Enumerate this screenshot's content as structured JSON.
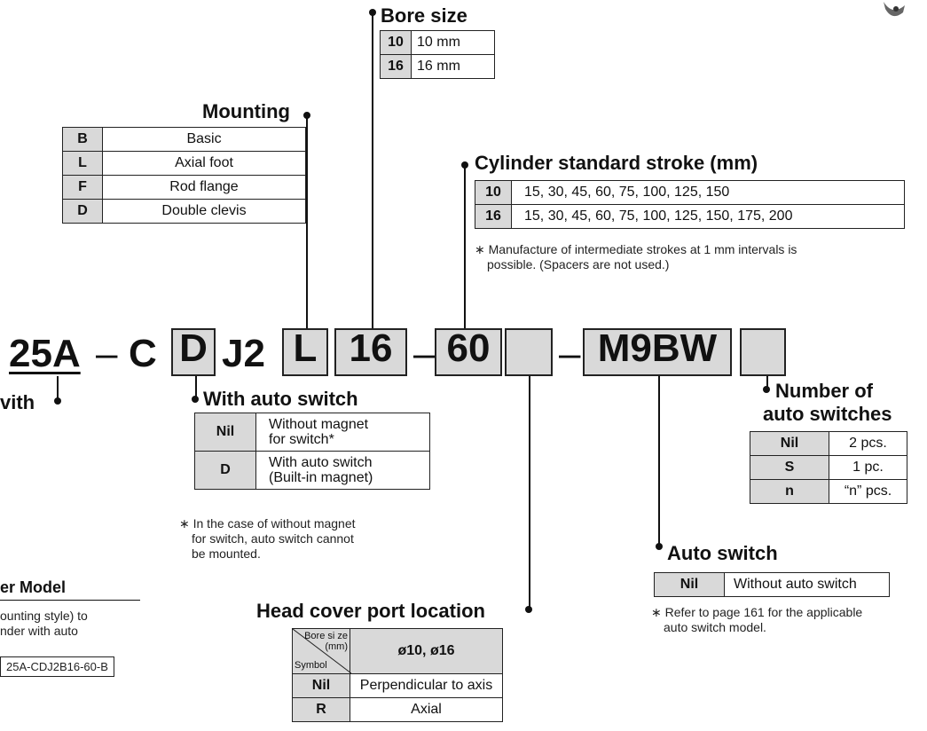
{
  "bore_size": {
    "title": "Bore size",
    "rows": [
      {
        "code": "10",
        "value": "10 mm"
      },
      {
        "code": "16",
        "value": "16 mm"
      }
    ]
  },
  "mounting": {
    "title": "Mounting",
    "rows": [
      {
        "code": "B",
        "value": "Basic"
      },
      {
        "code": "L",
        "value": "Axial foot"
      },
      {
        "code": "F",
        "value": "Rod flange"
      },
      {
        "code": "D",
        "value": "Double clevis"
      }
    ]
  },
  "stroke": {
    "title": "Cylinder standard stroke (mm)",
    "rows": [
      {
        "code": "10",
        "value": "15, 30, 45, 60, 75, 100, 125, 150"
      },
      {
        "code": "16",
        "value": "15, 30, 45, 60, 75, 100, 125, 150, 175, 200"
      }
    ],
    "note_line1": "∗ Manufacture of intermediate strokes at 1 mm intervals is",
    "note_line2": "possible. (Spacers are not used.)"
  },
  "model_code": {
    "prefix": "25A",
    "dash1": "–",
    "c": "C",
    "d": "D",
    "j2": "J2",
    "l": "L",
    "bore": "16",
    "dash2": "–",
    "stroke": "60",
    "dash3": "–",
    "switch": "M9BW"
  },
  "left_partial": {
    "with": "vith",
    "er_model": "er Model",
    "line1": "ounting style) to",
    "line2": "nder with auto",
    "example": "25A-CDJ2B16-60-B"
  },
  "auto_switch_mag": {
    "title": "With auto switch",
    "rows": [
      {
        "code": "Nil",
        "line1": "Without magnet",
        "line2": "for switch*"
      },
      {
        "code": "D",
        "line1": "With auto switch",
        "line2": "(Built-in magnet)"
      }
    ],
    "note_line1": "∗ In the case of without magnet",
    "note_line2": "for switch, auto switch cannot",
    "note_line3": "be mounted."
  },
  "num_switches": {
    "title_line1": "Number of",
    "title_line2": "auto switches",
    "rows": [
      {
        "code": "Nil",
        "value": "2 pcs."
      },
      {
        "code": "S",
        "value": "1 pc."
      },
      {
        "code": "n",
        "value": "“n” pcs."
      }
    ]
  },
  "auto_switch": {
    "title": "Auto switch",
    "rows": [
      {
        "code": "Nil",
        "value": "Without auto switch"
      }
    ],
    "note_line1": "∗ Refer to page 161 for the applicable",
    "note_line2": "auto switch model."
  },
  "port": {
    "title": "Head cover port location",
    "header_bore": "Bore si ze",
    "header_unit": "(mm)",
    "header_symbol": "Symbol",
    "header_value": "ø10, ø16",
    "rows": [
      {
        "code": "Nil",
        "value": "Perpendicular to axis"
      },
      {
        "code": "R",
        "value": "Axial"
      }
    ]
  }
}
